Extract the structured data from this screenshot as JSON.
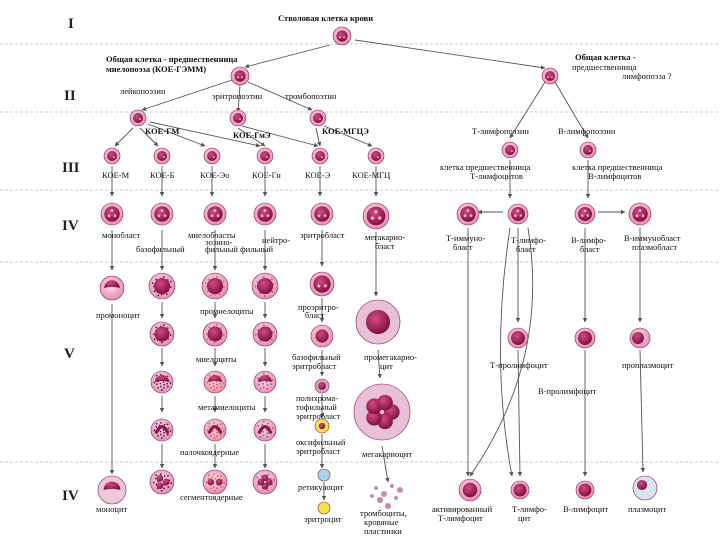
{
  "stages": [
    "I",
    "II",
    "III",
    "IV",
    "V",
    "IV"
  ],
  "labels": {
    "stem": "Стволовая клетка крови",
    "myelo_prog_1": "Общая клетка - предшественница",
    "myelo_prog_2": "миелопоэза (КОЕ-ГЭММ)",
    "lympho_prog_1": "Общая клетка -",
    "lympho_prog_2": "предшественница",
    "lympho_prog_3": "лимфопоэза ?",
    "leukopoiesis": "лейкопоэзин",
    "erythropoiesis": "эритропоэтин",
    "thrombopoiesis": "тромбопоэтин",
    "koe_gm": "КОЕ-ГМ",
    "koe_gme": "КОЕ-ГмЭ",
    "koe_mgce": "КОЕ-МГЦЭ",
    "t_lymphopoiesis": "Т-лимфопоэзин",
    "b_lymphopoiesis": "В-лимфопоэзин",
    "koe_m": "КОЕ-М",
    "koe_b": "КОЕ-Б",
    "koe_eo": "КОЕ-Эо",
    "koe_gn": "КОЕ-Гн",
    "koe_e": "КОЕ-Э",
    "koe_mgc": "КОЕ-МГЦ",
    "t_prec_1": "клетка предшественница",
    "t_prec_2": "Т-лимфоцитов",
    "b_prec_1": "клетка предшественница",
    "b_prec_2": "В-лимфоцитов",
    "monoblast": "монобласт",
    "myeloblasts": "миелобласты",
    "eosino": "эозино-",
    "neutro": "нейтро-",
    "basophilic": "базофильный",
    "phil_pair": "фильный фильный",
    "erythroblast": "эритробласт",
    "megakaryo_1": "мегакарио-",
    "megakaryo_2": "бласт",
    "t_immuno_1": "Т-иммуно-",
    "t_immuno_2": "бласт",
    "t_lympho_1": "Т-лимфо-",
    "t_lympho_2": "бласт",
    "b_lympho_1": "В-лимфо-",
    "b_lympho_2": "бласт",
    "b_immuno": "В-иммунобласт",
    "plasmoblast": "плазмобласт",
    "promonocyte": "промоноцит",
    "promyelocytes": "промиелоциты",
    "proerythro_1": "проэритро-",
    "proerythro_2": "бласт",
    "myelocytes": "миелоциты",
    "baso_eryth_1": "базофильный",
    "baso_eryth_2": "эритробласт",
    "promegakaryo_1": "промегакарио-",
    "promegakaryo_2": "цит",
    "t_prolympho": "Т-пролимфоцит",
    "proplasmocyte": "проплазмоцит",
    "poly_1": "полихрома-",
    "poly_2": "тофильный",
    "poly_3": "эритробласт",
    "b_prolympho": "В-пролимфоцит",
    "metamyelocytes": "метамиелоциты",
    "oxy_1": "оксифильный",
    "oxy_2": "эритробласт",
    "band": "палочкоядерные",
    "megakaryocyte": "мегакариоцит",
    "monocyte": "моноцит",
    "segmented": "сегментоядерные",
    "reticulocyte": "ретикулоцит",
    "activated_1": "активированный",
    "activated_2": "Т-лимфоцит",
    "t_lymphocyte_1": "Т-лимфо-",
    "t_lymphocyte_2": "цит",
    "b_lymphocyte": "В-лимфоцит",
    "plasmocyte": "плазмоцит",
    "erythrocyte": "эритроцит",
    "platelets_1": "тромбоциты,",
    "platelets_2": "кровяные",
    "platelets_3": "пластинки"
  },
  "colors": {
    "nucleus": "#b0235e",
    "cytoplasm": "#f2b3cf",
    "cell_border": "#8e2450",
    "arrow": "#555555",
    "erythrocyte": "#f2e24a",
    "reticulocyte": "#a8d6e8",
    "plasma": "#5a6fb8"
  }
}
